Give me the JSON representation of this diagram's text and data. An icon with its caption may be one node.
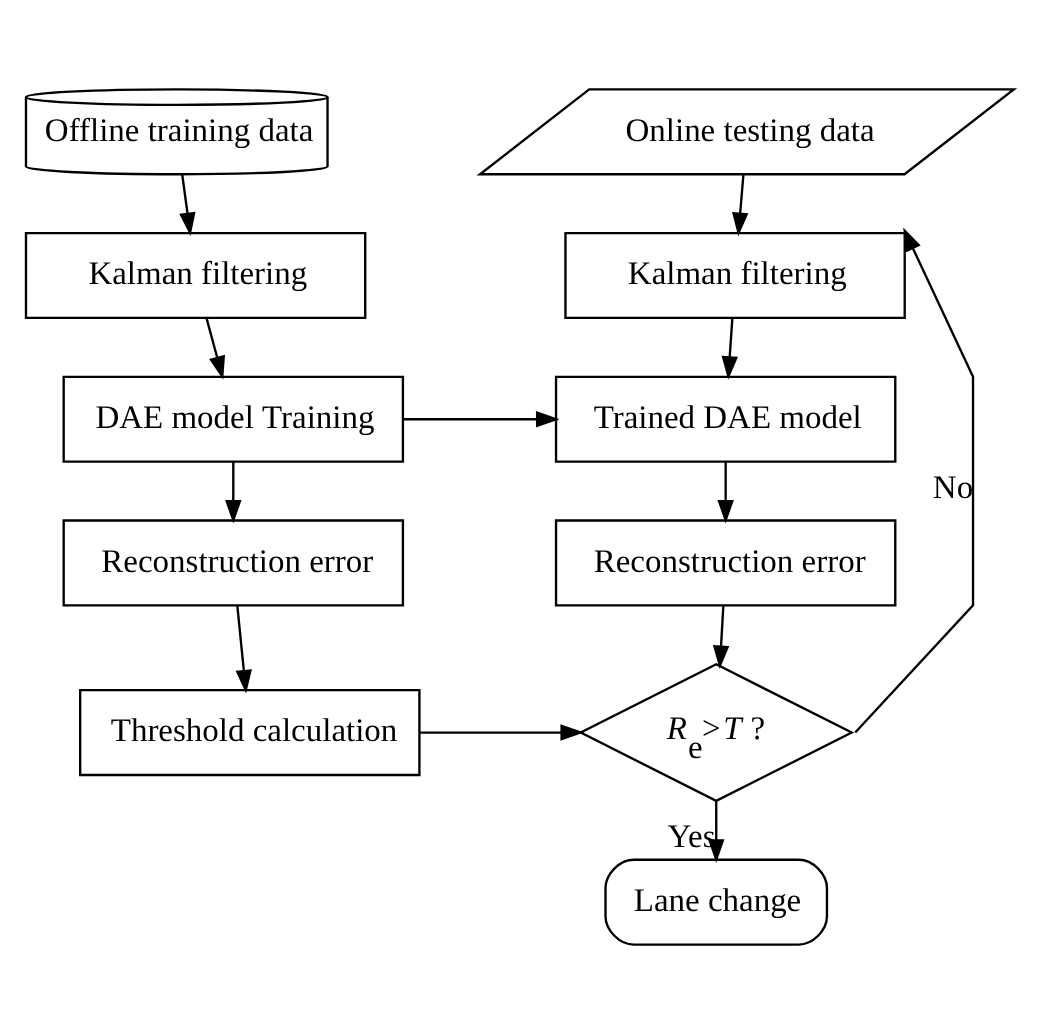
{
  "diagram": {
    "nodes": [
      {
        "text": [
          "Offline training data"
        ]
      },
      {
        "text": [
          "Online testing data"
        ]
      },
      {
        "text": [
          "Kalman filtering"
        ]
      },
      {
        "text": [
          "Kalman filtering"
        ]
      },
      {
        "text": [
          "DAE model Training"
        ]
      },
      {
        "text": [
          "Trained DAE model"
        ]
      },
      {
        "text": [
          "Reconstruction error"
        ]
      },
      {
        "text": [
          "Reconstruction error"
        ]
      },
      {
        "text": [
          "Threshold calculation"
        ]
      },
      {
        "text": [
          "*R*$_{e}$>*T* ?"
        ]
      },
      {
        "text": [
          "Lane change"
        ]
      }
    ],
    "edges": [
      {
        "from": 0,
        "to": 2,
        "arrow": "to"
      },
      {
        "from": 1,
        "to": 3,
        "arrow": "to"
      },
      {
        "from": 2,
        "to": 4,
        "arrow": "to"
      },
      {
        "from": 3,
        "to": 5,
        "arrow": "to"
      },
      {
        "from": 4,
        "to": 5,
        "arrow": "to"
      },
      {
        "from": 4,
        "to": 6,
        "arrow": "to"
      },
      {
        "from": 5,
        "to": 7,
        "arrow": "to"
      },
      {
        "from": 6,
        "to": 8,
        "arrow": "to"
      },
      {
        "from": 7,
        "to": 9,
        "arrow": "to"
      },
      {
        "from": 8,
        "to": 9,
        "arrow": "to"
      },
      {
        "from": 9,
        "to": 10,
        "label": "Yes",
        "arrow": "to"
      },
      {
        "from": 9,
        "to": 3,
        "label": "No",
        "arrow": "to"
      }
    ]
  }
}
